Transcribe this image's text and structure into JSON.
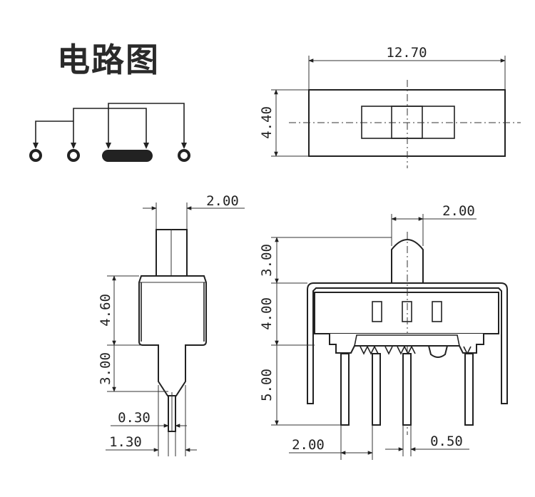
{
  "title": "电路图",
  "dimensions": {
    "top_width": "12.70",
    "top_height": "4.40",
    "side_actuator_width": "2.00",
    "front_actuator_width": "2.00",
    "side_actuator_height": "4.60",
    "side_pin_taper": "3.00",
    "side_pin_thickness": "0.30",
    "side_pin_width": "1.30",
    "front_actuator_height": "3.00",
    "front_body_height": "4.00",
    "front_pin_length": "5.00",
    "pin_pitch": "2.00",
    "pin_width": "0.50"
  },
  "colors": {
    "line": "#222222",
    "background": "#ffffff"
  }
}
